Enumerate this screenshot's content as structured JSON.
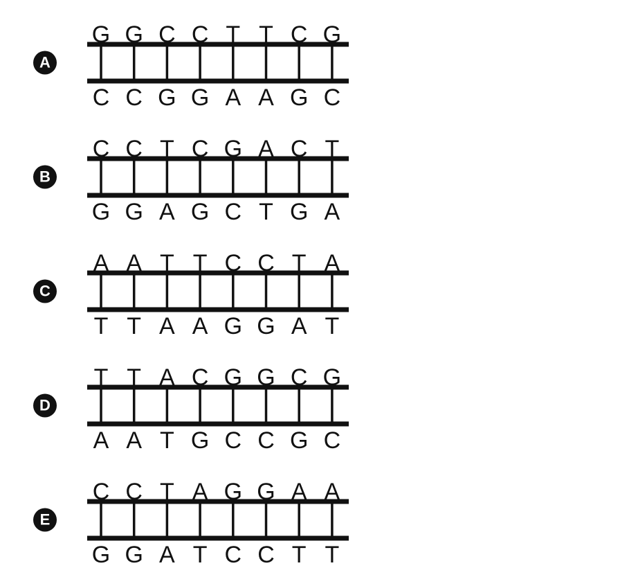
{
  "colors": {
    "ink": "#111111",
    "background": "#ffffff",
    "badge_text": "#ffffff"
  },
  "options": [
    {
      "label": "A",
      "top": [
        "G",
        "G",
        "C",
        "C",
        "T",
        "T",
        "C",
        "G"
      ],
      "bottom": [
        "C",
        "C",
        "G",
        "G",
        "A",
        "A",
        "G",
        "C"
      ]
    },
    {
      "label": "B",
      "top": [
        "C",
        "C",
        "T",
        "C",
        "G",
        "A",
        "C",
        "T"
      ],
      "bottom": [
        "G",
        "G",
        "A",
        "G",
        "C",
        "T",
        "G",
        "A"
      ]
    },
    {
      "label": "C",
      "top": [
        "A",
        "A",
        "T",
        "T",
        "C",
        "C",
        "T",
        "A"
      ],
      "bottom": [
        "T",
        "T",
        "A",
        "A",
        "G",
        "G",
        "A",
        "T"
      ]
    },
    {
      "label": "D",
      "top": [
        "T",
        "T",
        "A",
        "C",
        "G",
        "G",
        "C",
        "G"
      ],
      "bottom": [
        "A",
        "A",
        "T",
        "G",
        "C",
        "C",
        "G",
        "C"
      ]
    },
    {
      "label": "E",
      "top": [
        "C",
        "C",
        "T",
        "A",
        "G",
        "G",
        "A",
        "A"
      ],
      "bottom": [
        "G",
        "G",
        "A",
        "T",
        "C",
        "C",
        "T",
        "T"
      ]
    }
  ]
}
